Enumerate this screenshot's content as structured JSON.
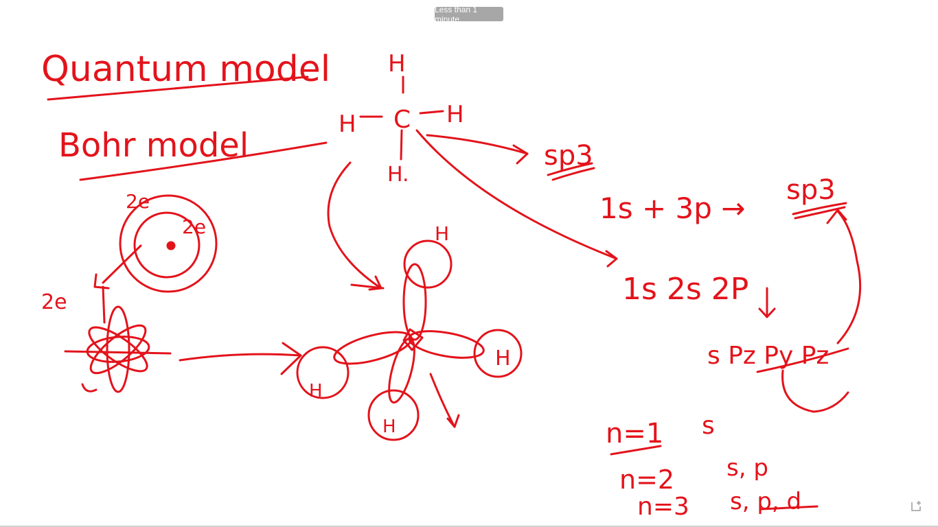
{
  "overlay": {
    "duration_label": "Less than 1 minute"
  },
  "ink": {
    "color": "#e3131b"
  },
  "board": {
    "title_quantum": "Quantum model",
    "title_bohr": "Bohr model",
    "bohr_e_top": "2e",
    "bohr_e_right": "2e",
    "bohr_e_left": "2e",
    "methane_h_top": "H",
    "methane_h_left": "H",
    "methane_c": "C",
    "methane_h_right": "H",
    "methane_h_bottom": "H.",
    "sp3_arrow_label": "sp3",
    "eq_1s3p": "1s + 3p →",
    "eq_result": "sp3",
    "config_line": "1s 2s 2P",
    "orbitals_line": "s Pz Py Pz",
    "n1": "n=1",
    "n1_val": "s",
    "n2": "n=2",
    "n2_val": "s, p",
    "n3": "n=3",
    "n3_val": "s, p, d",
    "orb_h1": "H",
    "orb_h2": "H",
    "orb_h3": "H",
    "orb_h4": "H"
  },
  "controls": {
    "corner_icon": "corner-expand-icon"
  }
}
